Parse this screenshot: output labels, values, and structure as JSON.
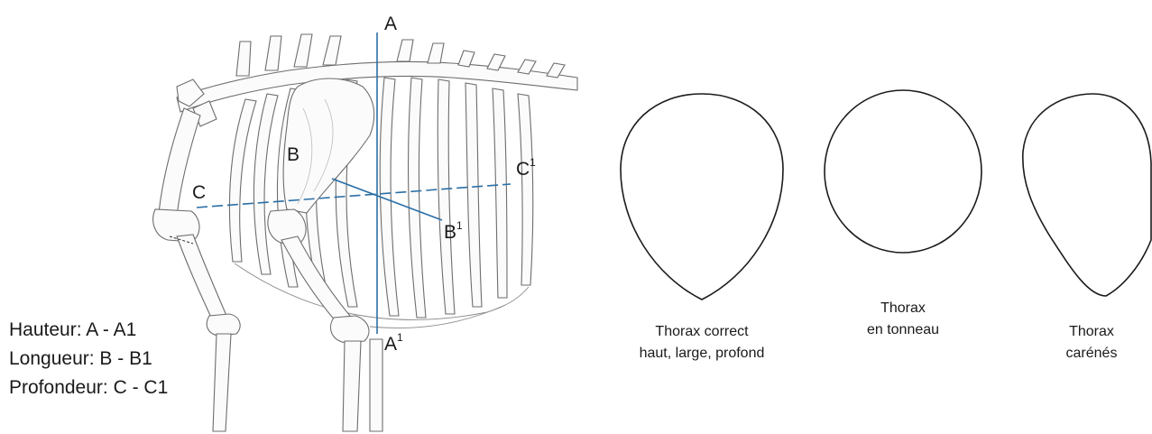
{
  "skeleton": {
    "points": {
      "A": {
        "letter": "A",
        "sup": ""
      },
      "A1": {
        "letter": "A",
        "sup": "1"
      },
      "B": {
        "letter": "B",
        "sup": ""
      },
      "B1": {
        "letter": "B",
        "sup": "1"
      },
      "C": {
        "letter": "C",
        "sup": ""
      },
      "C1": {
        "letter": "C",
        "sup": "1"
      }
    },
    "legend": [
      "Hauteur: A - A1",
      "Longueur: B - B1",
      "Profondeur: C - C1"
    ]
  },
  "thorax_shapes": [
    {
      "lines": [
        "Thorax correct",
        "haut, large, profond"
      ]
    },
    {
      "lines": [
        "Thorax",
        "en tonneau"
      ]
    },
    {
      "lines": [
        "Thorax",
        "carénés"
      ]
    }
  ],
  "colors": {
    "measure_line": "#2b6fa6",
    "outline": "#1b1b1b"
  }
}
